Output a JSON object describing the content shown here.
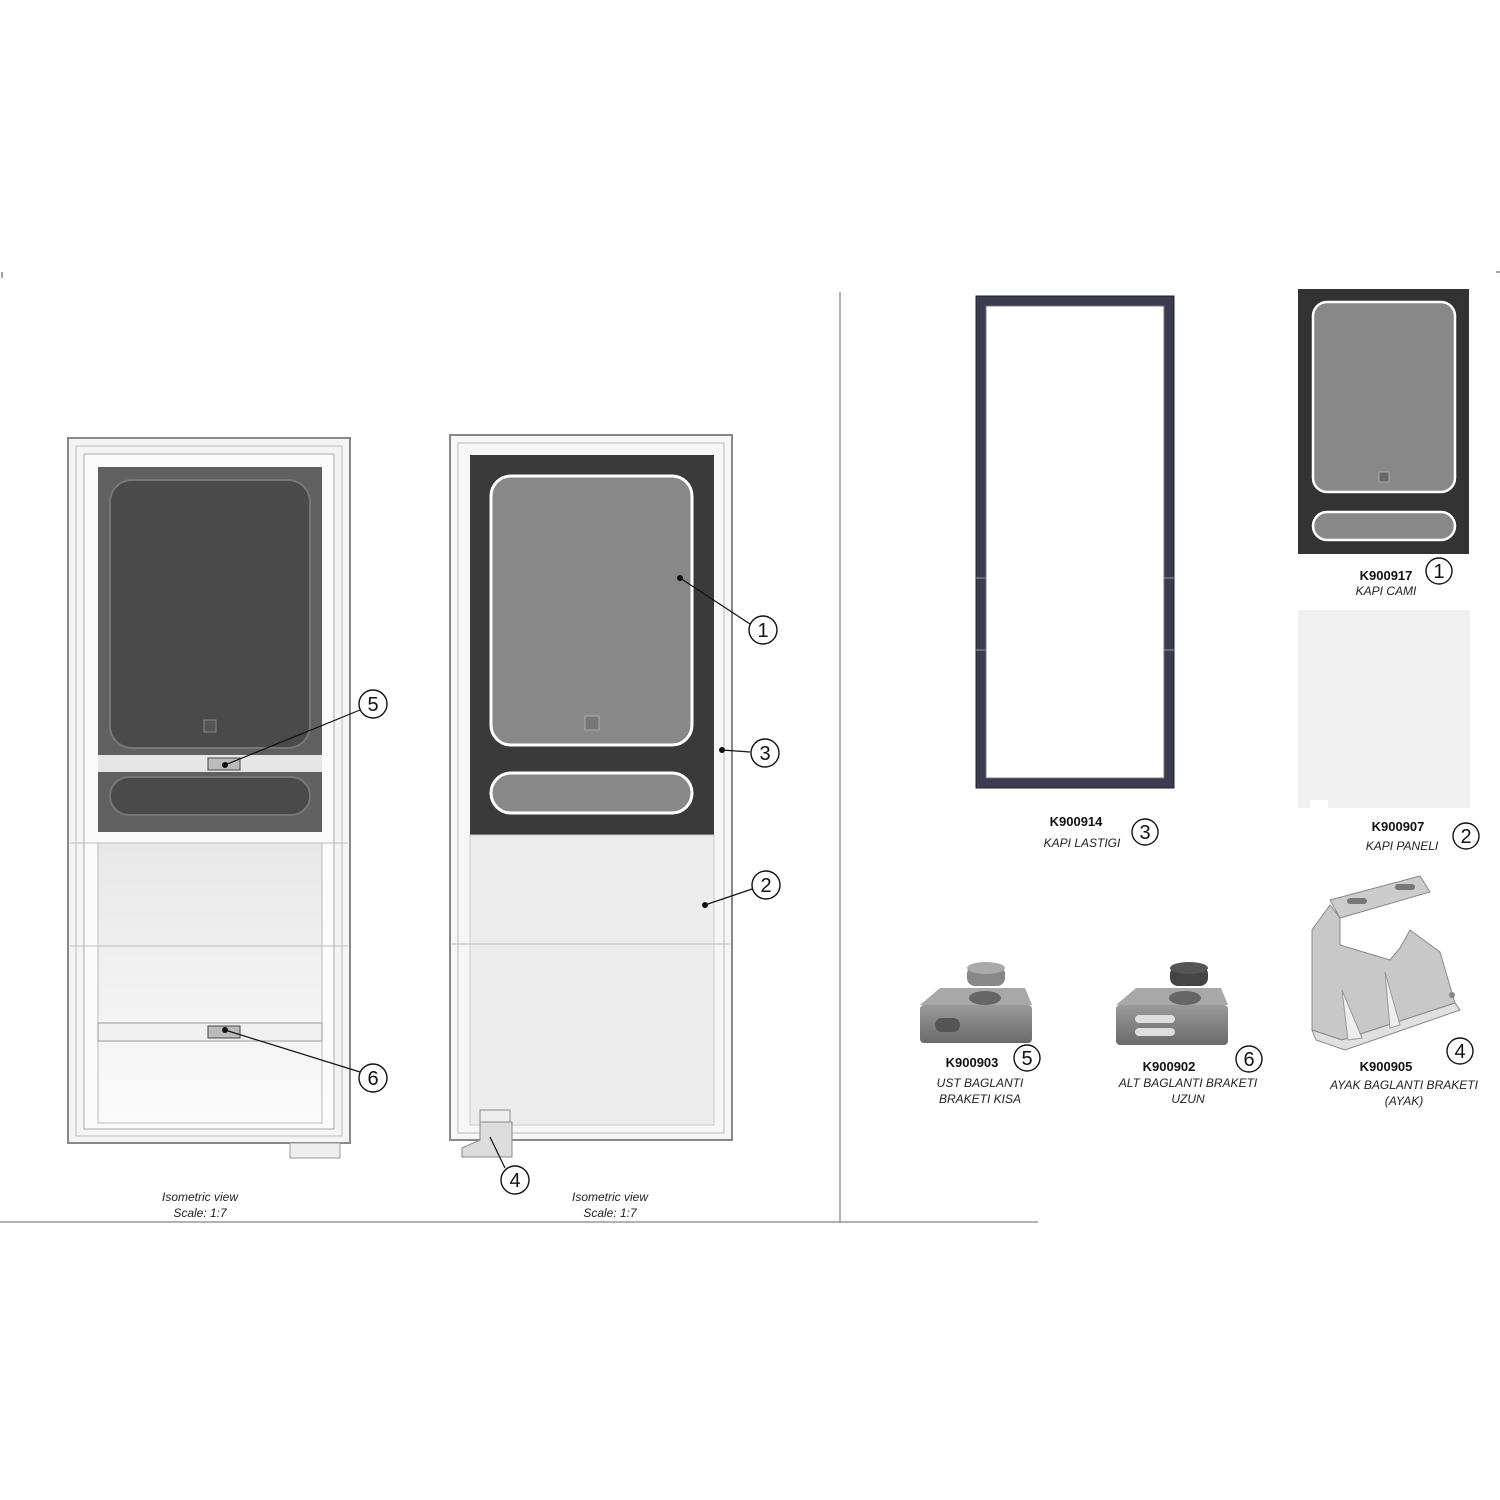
{
  "views": [
    {
      "label": "Isometric view",
      "scale": "Scale:  1:7"
    },
    {
      "label": "Isometric view",
      "scale": "Scale:  1:7"
    }
  ],
  "callouts": [
    "1",
    "2",
    "3",
    "4",
    "5",
    "6"
  ],
  "parts": [
    {
      "number": "3",
      "code": "K900914",
      "name": [
        "KAPI LASTIGI"
      ]
    },
    {
      "number": "1",
      "code": "K900917",
      "name": [
        "KAPI CAMI"
      ]
    },
    {
      "number": "2",
      "code": "K900907",
      "name": [
        "KAPI PANELI"
      ]
    },
    {
      "number": "5",
      "code": "K900903",
      "name": [
        "UST BAGLANTI",
        "BRAKETI KISA"
      ]
    },
    {
      "number": "6",
      "code": "K900902",
      "name": [
        "ALT BAGLANTI BRAKETI",
        "UZUN"
      ]
    },
    {
      "number": "4",
      "code": "K900905",
      "name": [
        "AYAK BAGLANTI BRAKETI",
        "(AYAK)"
      ]
    }
  ],
  "colors": {
    "dark_panel": "#3a3a3a",
    "glass": "#888888",
    "gasket": "#3b3b52"
  }
}
